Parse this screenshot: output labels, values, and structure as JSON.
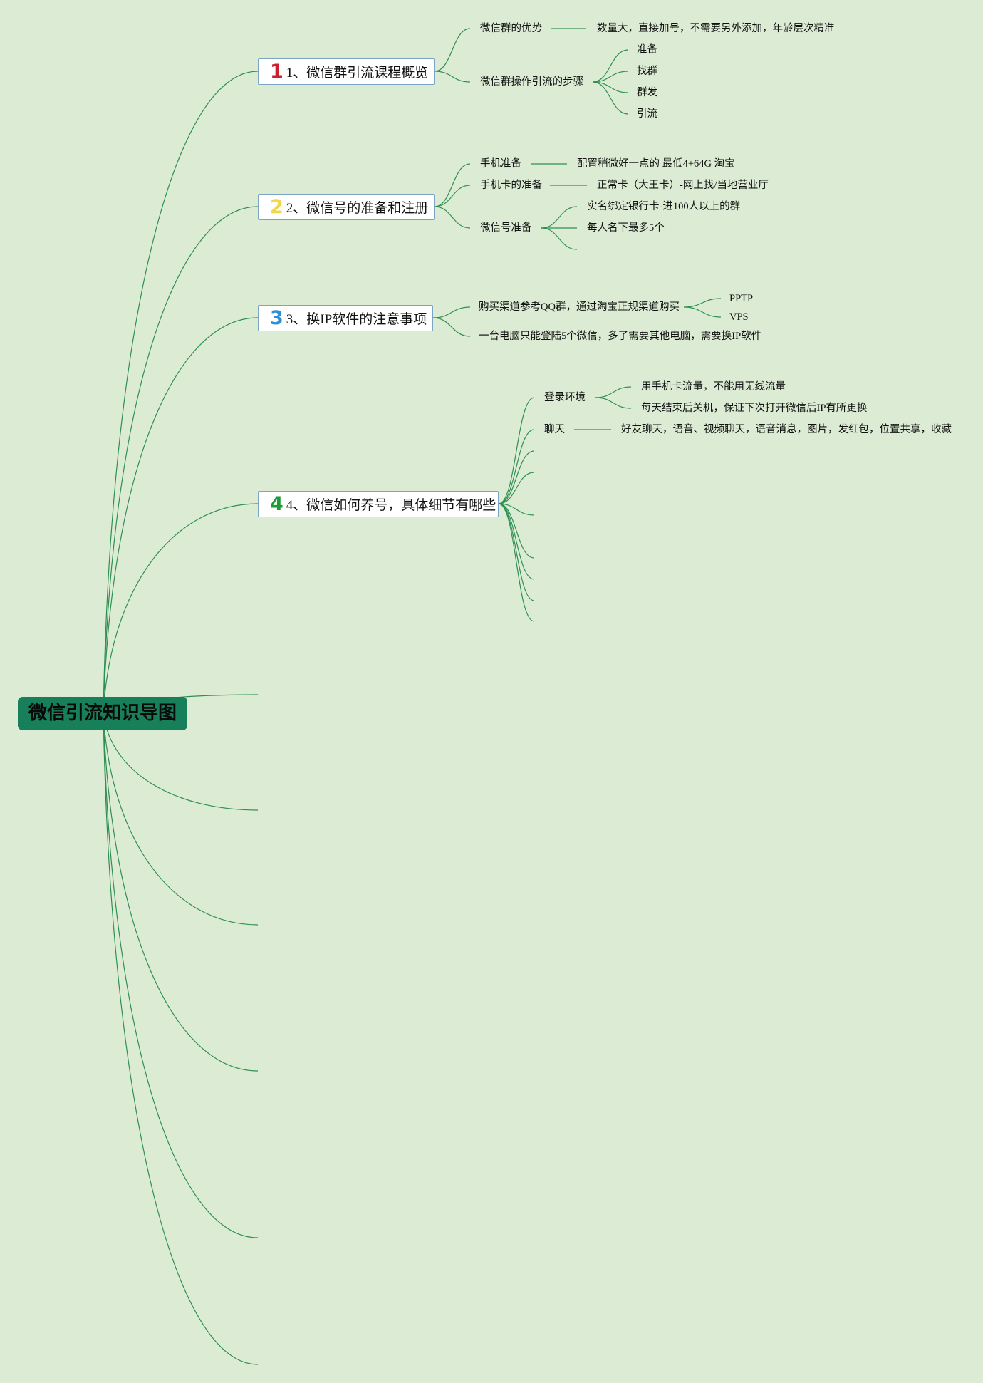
{
  "root": {
    "title": "微信引流知识导图",
    "bg": "#17805a"
  },
  "link_color": "#2f8f52",
  "branches": [
    {
      "num": "1",
      "num_color": "#cc1f2f",
      "text": "1、微信群引流课程概览",
      "children": [
        {
          "text": "微信群的优势",
          "children": [
            "数量大，直接加号，不需要另外添加，年龄层次精准"
          ]
        },
        {
          "text": "微信群操作引流的步骤",
          "children": [
            "准备",
            "找群",
            "群发",
            "引流"
          ]
        }
      ]
    },
    {
      "num": "2",
      "num_color": "#f2d64b",
      "text": "2、微信号的准备和注册",
      "children": [
        {
          "text": "手机准备",
          "children": [
            "配置稍微好一点的 最低4+64G 淘宝"
          ]
        },
        {
          "text": "手机卡的准备",
          "children": [
            "正常卡（大王卡）-网上找/当地营业厅"
          ]
        },
        {
          "text": "微信号准备",
          "children": [
            "实名绑定银行卡-进100人以上的群",
            "每人名下最多5个"
          ]
        }
      ]
    },
    {
      "num": "3",
      "num_color": "#2f8fd6",
      "text": "3、换IP软件的注意事项",
      "children": [
        {
          "text": "购买渠道参考QQ群，通过淘宝正规渠道购买",
          "children": [
            "PPTP",
            "VPS"
          ]
        },
        {
          "text": "一台电脑只能登陆5个微信，多了需要其他电脑，需要换IP软件",
          "children": []
        }
      ]
    },
    {
      "num": "4",
      "num_color": "#1e9a36",
      "text": "4、微信如何养号，具体细节有哪些",
      "children": [
        {
          "text": "登录环境",
          "children": [
            "用手机卡流量，不能用无线流量",
            "每天结束后关机，保证下次打开微信后IP有所更换"
          ]
        },
        {
          "text": "聊天",
          "children": [
            "好友聊天，语音、视频聊天，语音消息，图片，发红包，位置共享，收藏"
          ]
        }
      ]
    }
  ]
}
